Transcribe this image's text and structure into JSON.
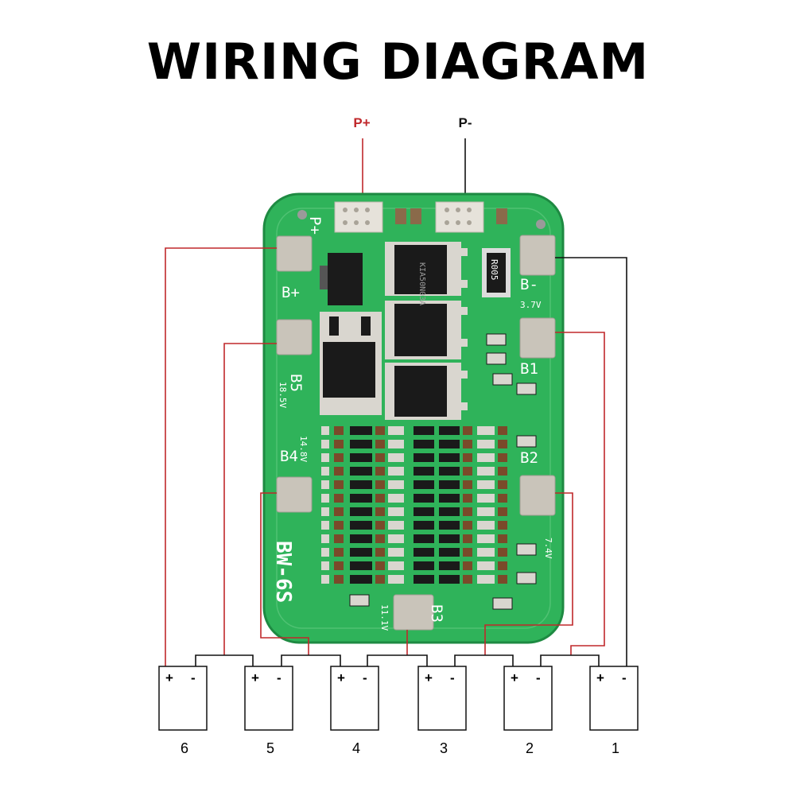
{
  "title": "WIRING DIAGRAM",
  "terminals": {
    "p_plus": "P+",
    "p_minus": "P-"
  },
  "board": {
    "model": "BW-6S",
    "mosfet_marking": "KIA50N03A",
    "resistor_marking": "R005",
    "pad_labels": {
      "b_plus": "B+",
      "b5": "B5",
      "b4": "B4",
      "b3": "B3",
      "b2": "B2",
      "b1": "B1",
      "b_minus": "B-",
      "p_plus_silk": "P+"
    },
    "voltages": {
      "v_b5": "18.5V",
      "v_b4": "14.8V",
      "v_b3": "11.1V",
      "v_b1": "3.7V",
      "v_b2": "7.4V"
    }
  },
  "cells": [
    {
      "number": "6",
      "plus": "+",
      "minus": "-"
    },
    {
      "number": "5",
      "plus": "+",
      "minus": "-"
    },
    {
      "number": "4",
      "plus": "+",
      "minus": "-"
    },
    {
      "number": "3",
      "plus": "+",
      "minus": "-"
    },
    {
      "number": "2",
      "plus": "+",
      "minus": "-"
    },
    {
      "number": "1",
      "plus": "+",
      "minus": "-"
    }
  ],
  "colors": {
    "pcb_green": "#2fb35a",
    "pad_silver": "#c9c4ba",
    "wire_red": "#c0282b",
    "wire_black": "#111111",
    "p_plus_text": "#c0282b",
    "p_minus_text": "#111111"
  }
}
